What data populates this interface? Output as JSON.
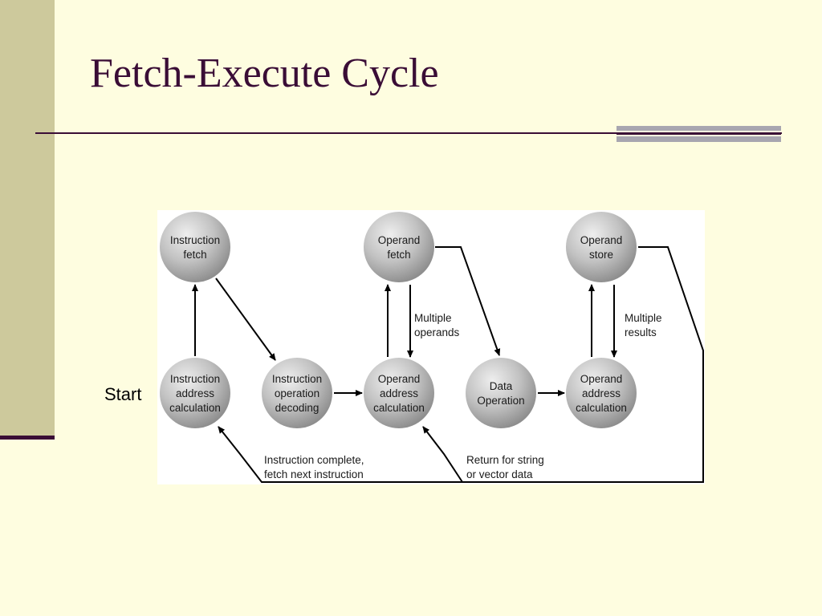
{
  "slide": {
    "title": "Fetch-Execute Cycle",
    "start_label": "Start"
  },
  "colors": {
    "background": "#fefde0",
    "accent": "#3a0d36",
    "band": "#cdc99c",
    "node_fill": "#bdbdbd"
  },
  "diagram": {
    "nodes": [
      {
        "id": "instruction-fetch",
        "lines": [
          "Instruction",
          "fetch"
        ]
      },
      {
        "id": "instruction-address-calculation",
        "lines": [
          "Instruction",
          "address",
          "calculation"
        ]
      },
      {
        "id": "instruction-operation-decoding",
        "lines": [
          "Instruction",
          "operation",
          "decoding"
        ]
      },
      {
        "id": "operand-fetch",
        "lines": [
          "Operand",
          "fetch"
        ]
      },
      {
        "id": "operand-address-calculation-1",
        "lines": [
          "Operand",
          "address",
          "calculation"
        ]
      },
      {
        "id": "data-operation",
        "lines": [
          "Data",
          "Operation"
        ]
      },
      {
        "id": "operand-store",
        "lines": [
          "Operand",
          "store"
        ]
      },
      {
        "id": "operand-address-calculation-2",
        "lines": [
          "Operand",
          "address",
          "calculation"
        ]
      }
    ],
    "edge_labels": [
      {
        "id": "multiple-operands",
        "lines": [
          "Multiple",
          "operands"
        ]
      },
      {
        "id": "multiple-results",
        "lines": [
          "Multiple",
          "results"
        ]
      },
      {
        "id": "instruction-complete",
        "lines": [
          "Instruction complete,",
          "fetch next instruction"
        ]
      },
      {
        "id": "return-for-string",
        "lines": [
          "Return for string",
          "or vector data"
        ]
      }
    ]
  }
}
